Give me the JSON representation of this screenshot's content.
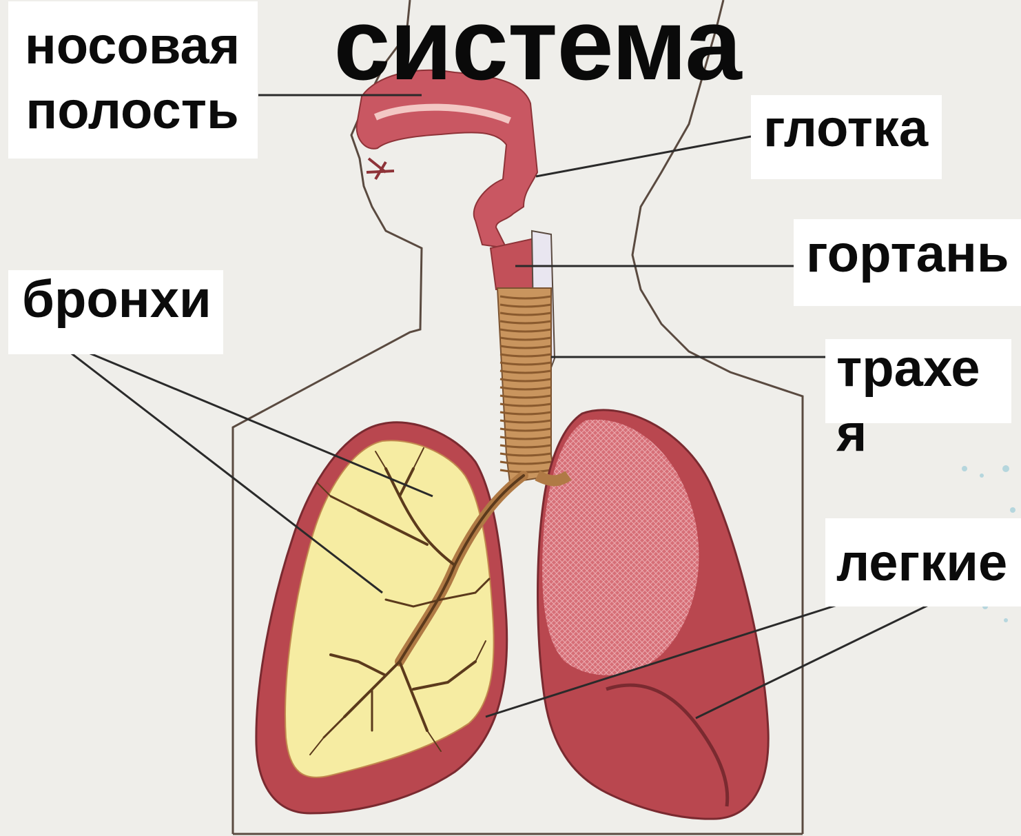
{
  "title": "система",
  "labels": {
    "nasal_cavity": "носовая полость",
    "pharynx": "глотка",
    "larynx": "гортань",
    "bronchi": "бронхи",
    "trachea": "трахея",
    "lungs": "легкие"
  },
  "colors": {
    "background": "#efeeea",
    "body_outline": "#5a4a40",
    "lung_red": "#b9474f",
    "lung_dark": "#93323a",
    "lung_cut_fill": "#f6eca2",
    "bronchi_tree": "#5b3a1c",
    "trachea": "#c9955e",
    "pointer_line": "#2a2a2a",
    "label_box": "#ffffff"
  }
}
